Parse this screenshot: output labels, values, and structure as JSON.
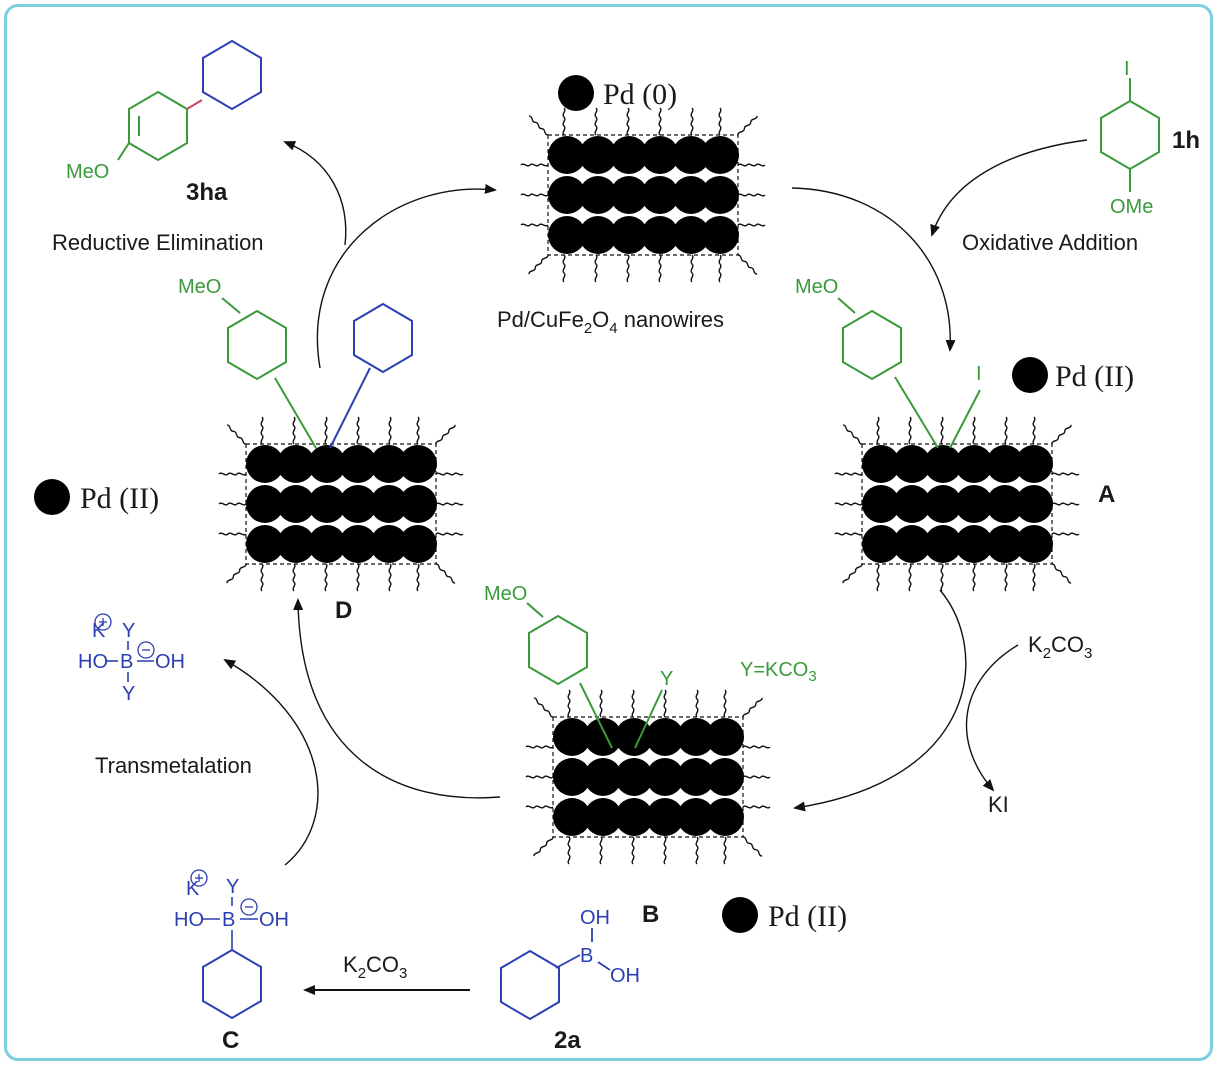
{
  "cycle": {
    "steps": {
      "reductive_elimination": "Reductive Elimination",
      "oxidative_addition": "Oxidative Addition",
      "transmetalation": "Transmetalation"
    },
    "catalyst_label_main": "Pd/CuFe",
    "catalyst_label_sub1": "2",
    "catalyst_label_mid": "O",
    "catalyst_label_sub2": "4",
    "catalyst_label_tail": " nanowires",
    "pd_states": {
      "top": "Pd (0)",
      "right": "Pd (II)",
      "left": "Pd (II)",
      "bottom": "Pd (II)"
    },
    "compounds": {
      "product": "3ha",
      "aryl_iodide": "1h",
      "boronic_acid": "2a",
      "intermediate_a": "A",
      "intermediate_b": "B",
      "intermediate_c": "C",
      "intermediate_d": "D"
    },
    "reagents": {
      "base_k": "K",
      "base_sub": "2",
      "base_co": "CO",
      "base_sub2": "3",
      "byproduct": "KI",
      "y_def_a": "Y=KCO",
      "y_def_sub": "3"
    },
    "atoms": {
      "meo": "MeO",
      "ome": "OMe",
      "iodine": "I",
      "y": "Y",
      "k": "K",
      "b": "B",
      "ho_b": "HO",
      "oh": "OH"
    }
  }
}
